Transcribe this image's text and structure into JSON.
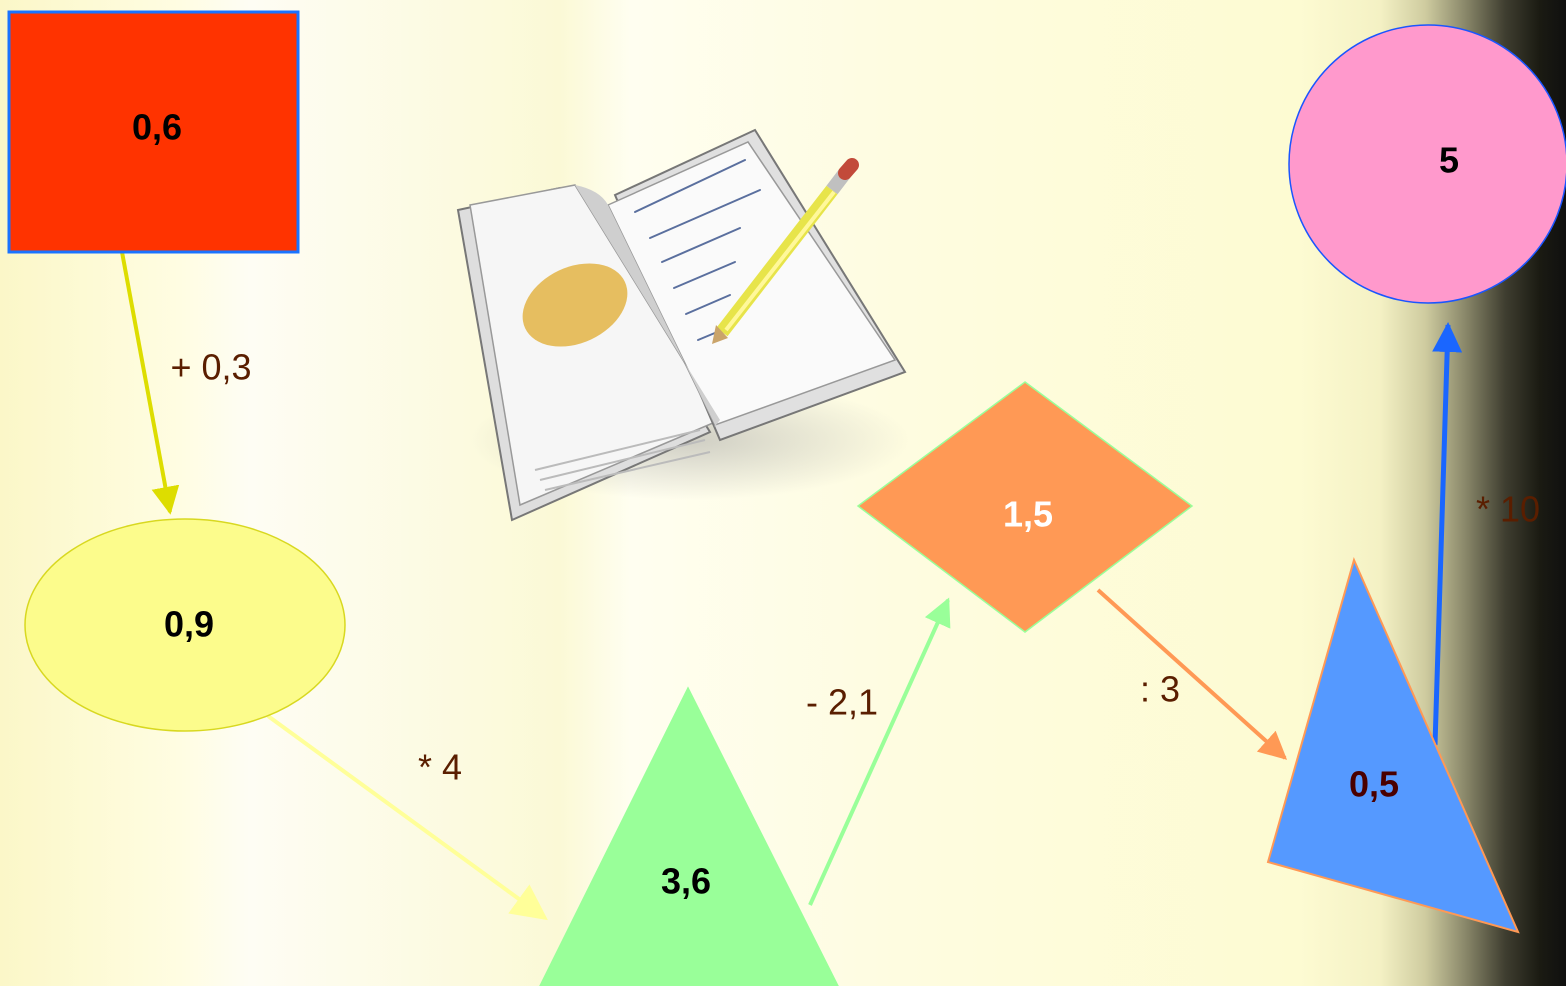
{
  "nodes": [
    {
      "id": "square",
      "value": "0,6",
      "shape": "rectangle",
      "fill": "#ff3300",
      "stroke": "#1a73ff"
    },
    {
      "id": "ellipse",
      "value": "0,9",
      "shape": "ellipse",
      "fill": "#fcfc8c",
      "stroke": "#d8d820"
    },
    {
      "id": "green-triangle",
      "value": "3,6",
      "shape": "triangle",
      "fill": "#99ff99",
      "stroke": "#99ff99"
    },
    {
      "id": "diamond",
      "value": "1,5",
      "shape": "diamond",
      "fill": "#ff9955",
      "stroke": "#99ff99",
      "text_color": "#ffffff"
    },
    {
      "id": "blue-triangle",
      "value": "0,5",
      "shape": "triangle",
      "fill": "#5599ff",
      "stroke": "#ff9955",
      "text_color": "#4a0000"
    },
    {
      "id": "circle",
      "value": "5",
      "shape": "circle",
      "fill": "#ff99cc",
      "stroke": "#1a55ff"
    }
  ],
  "operations": [
    {
      "from": "square",
      "to": "ellipse",
      "label": "+ 0,3",
      "color": "#dddd00"
    },
    {
      "from": "ellipse",
      "to": "green-triangle",
      "label": "* 4",
      "color": "#ffff99"
    },
    {
      "from": "green-triangle",
      "to": "diamond",
      "label": "- 2,1",
      "color": "#99ff99"
    },
    {
      "from": "diamond",
      "to": "blue-triangle",
      "label": ": 3",
      "color": "#ff9955"
    },
    {
      "from": "blue-triangle",
      "to": "circle",
      "label": "* 10",
      "color": "#1a66ff"
    }
  ],
  "label_color": "#5a1e00",
  "illustration": "open-notebook-with-pencil-icon"
}
